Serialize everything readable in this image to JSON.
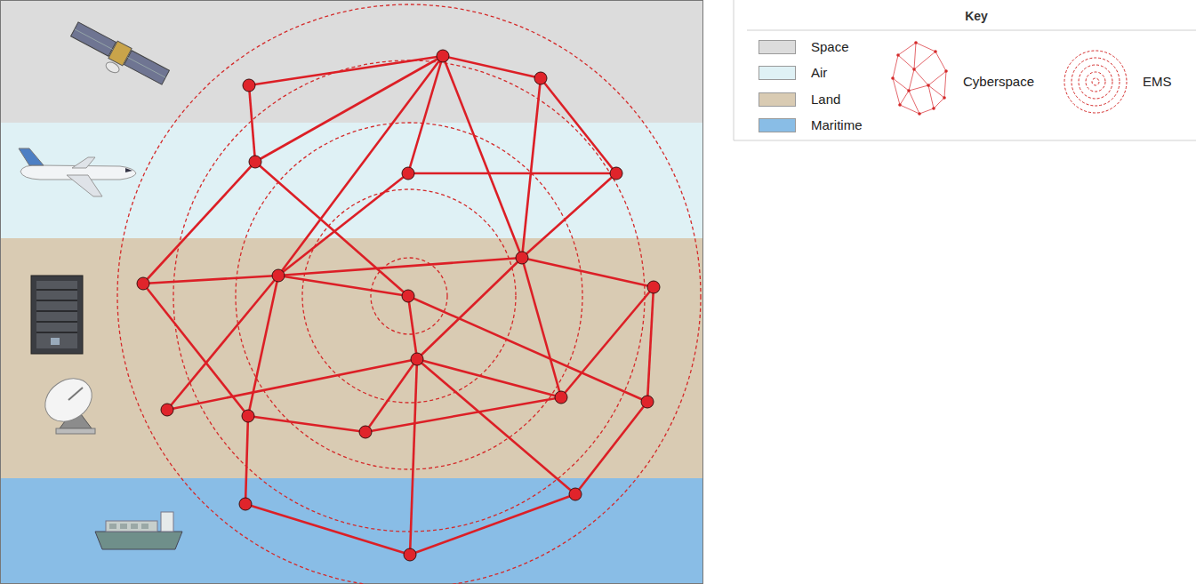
{
  "diagram": {
    "labels": [
      "Key"
    ],
    "legend": [
      {
        "text": "Space",
        "color": "#dcdcdc"
      },
      {
        "text": "Air",
        "color": "#dff1f5"
      },
      {
        "text": "Land",
        "color": "#d9cbb3"
      },
      {
        "text": "Maritime",
        "color": "#89bde6"
      },
      {
        "text": "Cyberspace"
      },
      {
        "text": "EMS"
      }
    ]
  }
}
